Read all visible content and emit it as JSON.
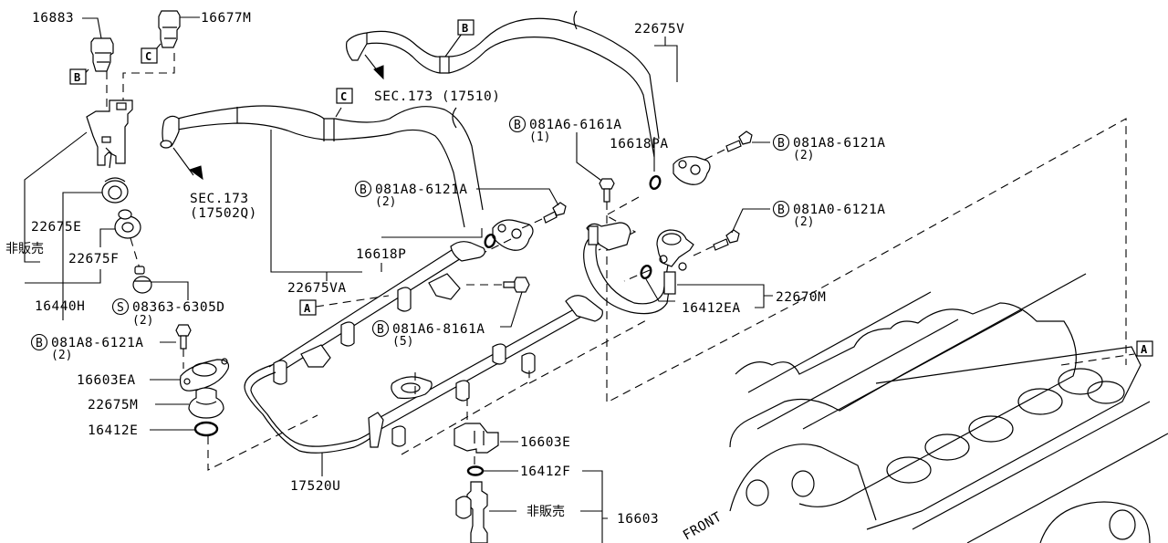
{
  "diagram": {
    "title": "Fuel rail / injector / fuel feed hose exploded parts diagram",
    "callouts": {
      "p16883": "16883",
      "p16677M": "16677M",
      "p22675E": "22675E",
      "p22675F": "22675F",
      "p16440H": "16440H",
      "p08363": "08363-6305D",
      "p08363_qty": "(2)",
      "p081A8_left": "081A8-6121A",
      "p081A8_left_qty": "(2)",
      "p16603EA": "16603EA",
      "p22675M": "22675M",
      "p16412E": "16412E",
      "p17520U": "17520U",
      "p16603E": "16603E",
      "p16412F": "16412F",
      "p16603": "16603",
      "p22675VA": "22675VA",
      "p16618P": "16618P",
      "p081A8_mid": "081A8-6121A",
      "p081A8_mid_qty": "(2)",
      "p081A6_8161": "081A6-8161A",
      "p081A6_8161_qty": "(5)",
      "p081A6_6161": "081A6-6161A",
      "p081A6_6161_qty": "(1)",
      "p16618PA": "16618PA",
      "p22675V": "22675V",
      "p081A8_right": "081A8-6121A",
      "p081A8_right_qty": "(2)",
      "p081A0": "081A0-6121A",
      "p081A0_qty": "(2)",
      "p16412EA": "16412EA",
      "p22670M": "22670M"
    },
    "not_for_sale_label": "非販売",
    "not_for_sale_label_2": "非販売",
    "section_refs": {
      "sec_17502Q_line1": "SEC.173",
      "sec_17502Q_line2": "(17502Q)",
      "sec_17510": "SEC.173 (17510)"
    },
    "symbols": {
      "bolt_marker": "B",
      "screw_marker": "S"
    },
    "reference_tags": {
      "tag_A": "A",
      "tag_B": "B",
      "tag_C": "C"
    },
    "orientation_label": "FRONT"
  }
}
